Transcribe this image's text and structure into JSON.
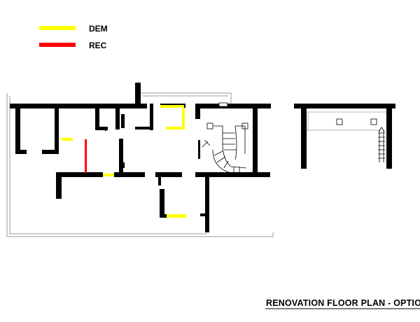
{
  "legend": {
    "items": [
      {
        "label": "DEM",
        "color": "#ffff00"
      },
      {
        "label": "REC",
        "color": "#ff0000"
      }
    ]
  },
  "title": "RENOVATION FLOOR PLAN - OPTION",
  "colors": {
    "wall": "#000000",
    "outline": "#9a9a9a",
    "demolish": "#ffff00",
    "reconstruct": "#ff0000"
  }
}
